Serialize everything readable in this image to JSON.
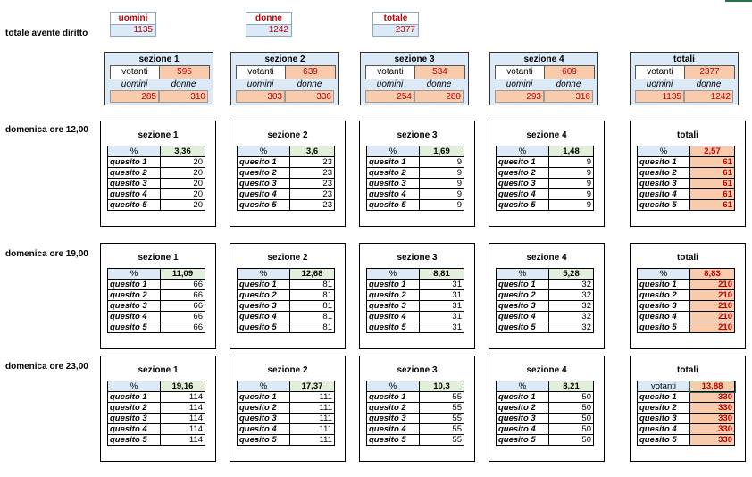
{
  "header": {
    "label": "totale avente diritto",
    "uomini": {
      "label": "uomini",
      "value": "1135"
    },
    "donne": {
      "label": "donne",
      "value": "1242"
    },
    "totale": {
      "label": "totale",
      "value": "2377"
    }
  },
  "sezioni": [
    {
      "title": "sezione 1",
      "votanti_label": "votanti",
      "votanti": "595",
      "uomini_label": "uomini",
      "donne_label": "donne",
      "uomini": "285",
      "donne": "310"
    },
    {
      "title": "sezione 2",
      "votanti_label": "votanti",
      "votanti": "639",
      "uomini_label": "uomini",
      "donne_label": "donne",
      "uomini": "303",
      "donne": "336"
    },
    {
      "title": "sezione 3",
      "votanti_label": "votanti",
      "votanti": "534",
      "uomini_label": "uomini",
      "donne_label": "donne",
      "uomini": "254",
      "donne": "280"
    },
    {
      "title": "sezione 4",
      "votanti_label": "votanti",
      "votanti": "609",
      "uomini_label": "uomini",
      "donne_label": "donne",
      "uomini": "293",
      "donne": "316"
    },
    {
      "title": "totali",
      "votanti_label": "votanti",
      "votanti": "2377",
      "uomini_label": "uomini",
      "donne_label": "donne",
      "uomini": "1135",
      "donne": "1242"
    }
  ],
  "rows": [
    {
      "label": "domenica ore 12,00",
      "blocks": [
        {
          "title": "sezione 1",
          "pct_label": "%",
          "pct": "3,36",
          "q": [
            "20",
            "20",
            "20",
            "20",
            "20"
          ]
        },
        {
          "title": "sezione 2",
          "pct_label": "%",
          "pct": "3,6",
          "q": [
            "23",
            "23",
            "23",
            "23",
            "23"
          ]
        },
        {
          "title": "sezione 3",
          "pct_label": "%",
          "pct": "1,69",
          "q": [
            "9",
            "9",
            "9",
            "9",
            "9"
          ]
        },
        {
          "title": "sezione 4",
          "pct_label": "%",
          "pct": "1,48",
          "q": [
            "9",
            "9",
            "9",
            "9",
            "9"
          ]
        },
        {
          "title": "totali",
          "pct_label": "%",
          "pct": "2,57",
          "q": [
            "61",
            "61",
            "61",
            "61",
            "61"
          ]
        }
      ]
    },
    {
      "label": "domenica ore 19,00",
      "blocks": [
        {
          "title": "sezione 1",
          "pct_label": "%",
          "pct": "11,09",
          "q": [
            "66",
            "66",
            "66",
            "66",
            "66"
          ]
        },
        {
          "title": "sezione 2",
          "pct_label": "%",
          "pct": "12,68",
          "q": [
            "81",
            "81",
            "81",
            "81",
            "81"
          ]
        },
        {
          "title": "sezione 3",
          "pct_label": "%",
          "pct": "8,81",
          "q": [
            "31",
            "31",
            "31",
            "31",
            "31"
          ]
        },
        {
          "title": "sezione 4",
          "pct_label": "%",
          "pct": "5,28",
          "q": [
            "32",
            "32",
            "32",
            "32",
            "32"
          ]
        },
        {
          "title": "totali",
          "pct_label": "%",
          "pct": "8,83",
          "q": [
            "210",
            "210",
            "210",
            "210",
            "210"
          ]
        }
      ]
    },
    {
      "label": "domenica ore 23,00",
      "blocks": [
        {
          "title": "sezione 1",
          "pct_label": "%",
          "pct": "19,16",
          "q": [
            "114",
            "114",
            "114",
            "114",
            "114"
          ]
        },
        {
          "title": "sezione 2",
          "pct_label": "%",
          "pct": "17,37",
          "q": [
            "111",
            "111",
            "111",
            "111",
            "111"
          ]
        },
        {
          "title": "sezione 3",
          "pct_label": "%",
          "pct": "10,3",
          "q": [
            "55",
            "55",
            "55",
            "55",
            "55"
          ]
        },
        {
          "title": "sezione 4",
          "pct_label": "%",
          "pct": "8,21",
          "q": [
            "50",
            "50",
            "50",
            "50",
            "50"
          ]
        },
        {
          "title": "totali",
          "pct_label": "votanti",
          "pct": "13,88",
          "q": [
            "330",
            "330",
            "330",
            "330",
            "330"
          ]
        }
      ]
    }
  ],
  "quesiti": [
    "quesito 1",
    "quesito 2",
    "quesito 3",
    "quesito 4",
    "quesito 5"
  ]
}
